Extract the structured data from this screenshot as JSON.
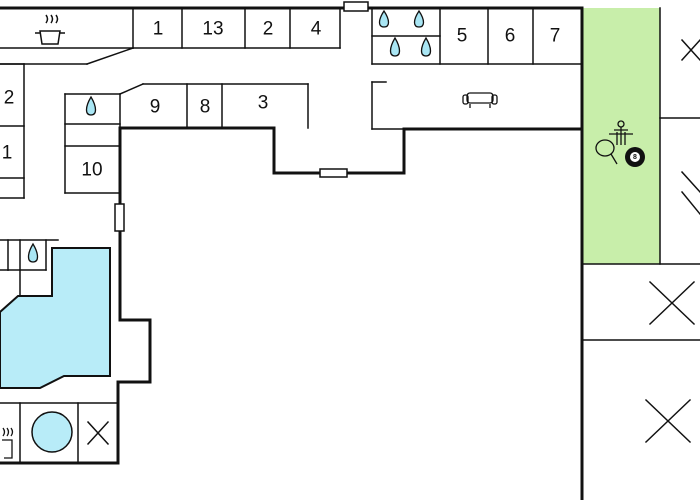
{
  "floor_plan": {
    "colors": {
      "wall": "#111111",
      "pool_water": "#b8ecf8",
      "drop_fill": "#a9e6f4",
      "game_room": "#c8eeaa",
      "background": "#ffffff"
    },
    "rooms": {
      "r1": "1",
      "r13": "13",
      "r2": "2",
      "r4": "4",
      "r5": "5",
      "r6": "6",
      "r7": "7",
      "r9": "9",
      "r8": "8",
      "r3": "3",
      "r10": "10",
      "left_2": "2",
      "left_1": "1"
    },
    "icons": [
      "kitchen-pot-icon",
      "water-drop-icon",
      "sofa-icon",
      "table-football-icon",
      "ping-pong-paddle-icon",
      "billiard-8-ball-icon",
      "sauna-heater-icon",
      "hot-tub-icon",
      "door-icon",
      "x-marked-room"
    ],
    "game_room_ball_label": "8"
  }
}
